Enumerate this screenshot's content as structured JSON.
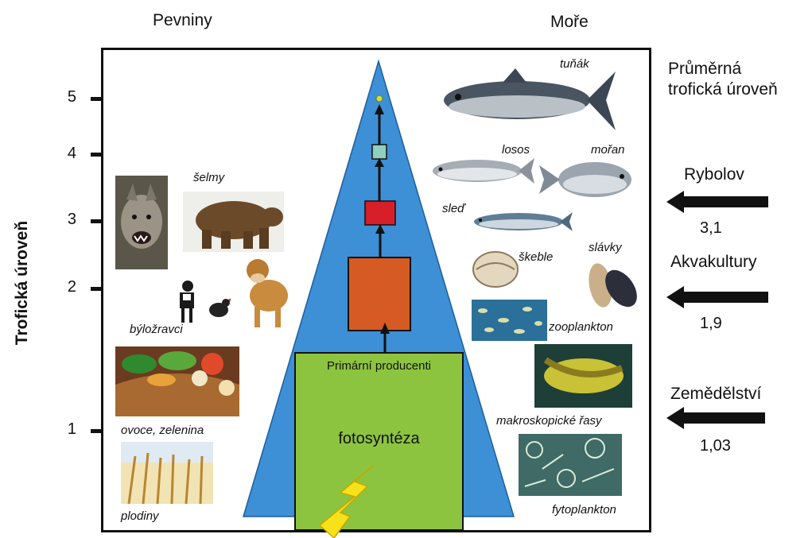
{
  "headers": {
    "land": "Pevniny",
    "sea": "Moře"
  },
  "y_axis": {
    "title": "Trofická úroveň",
    "ticks": [
      "5",
      "4",
      "3",
      "2",
      "1"
    ]
  },
  "right_title": {
    "line1": "Průměrná",
    "line2": "trofická úroveň"
  },
  "pyramid": {
    "producers_label": "Primární producenti",
    "photosynthesis_label": "fotosyntéza",
    "colors": {
      "pyramid": "#3d8fd6",
      "producers": "#8dc43f",
      "level2": "#d55a23",
      "level3": "#d71f2a",
      "level4": "#8fd0c0",
      "level5": "#c9e04a",
      "lightning": "#f7e21a"
    }
  },
  "land_labels": {
    "carnivores": "šelmy",
    "herbivores": "býložravci",
    "veg": "ovoce, zelenina",
    "crops": "plodiny"
  },
  "sea_labels": {
    "tuna": "tuňák",
    "salmon": "losos",
    "seabream": "mořan",
    "herring": "sleď",
    "scallop": "škeble",
    "mussels": "slávky",
    "zooplankton": "zooplankton",
    "macroalgae": "makroskopické řasy",
    "phytoplankton": "fytoplankton"
  },
  "sources": [
    {
      "label": "Rybolov",
      "value": "3,1"
    },
    {
      "label": "Akvakultury",
      "value": "1,9"
    },
    {
      "label": "Zemědělství",
      "value": "1,03"
    }
  ]
}
